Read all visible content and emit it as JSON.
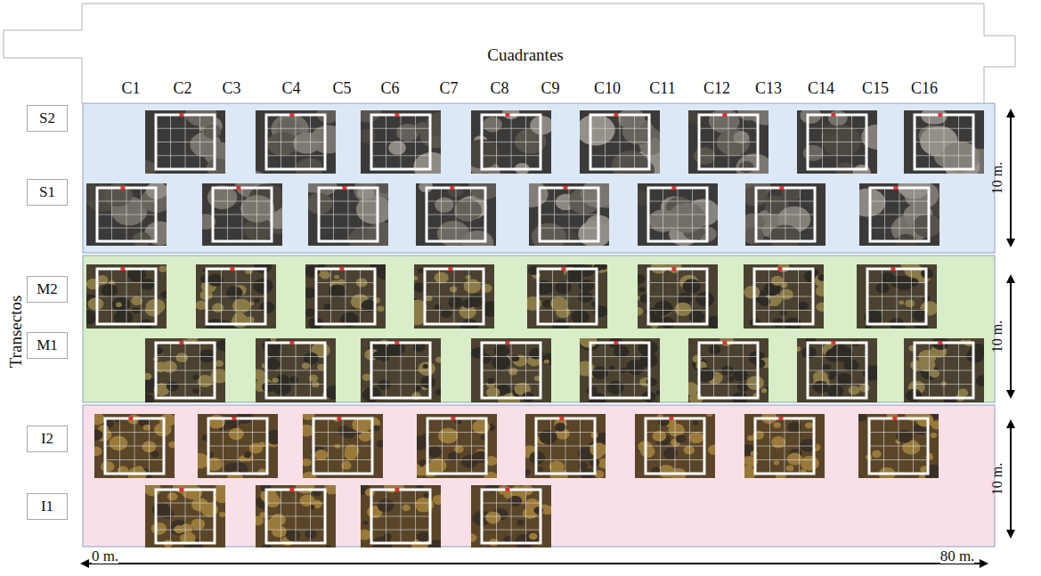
{
  "diagram": {
    "nodes": [
      {
        "text": [
          "Cuadrantes",
          "C1",
          "C2",
          "C3",
          "C4",
          "C5",
          "C6",
          "C7",
          "C8",
          "C9",
          "C10",
          "C11",
          "C12",
          "C13",
          "C14",
          "C15",
          "C16"
        ]
      },
      {
        "text": [
          "S2"
        ]
      },
      {
        "text": [
          "S1"
        ]
      },
      {
        "text": [
          "M2"
        ]
      },
      {
        "text": [
          "M1"
        ]
      },
      {
        "text": [
          "I2"
        ]
      },
      {
        "text": [
          "I1"
        ]
      }
    ],
    "labels": [
      "Transectos",
      "10 m.",
      "10 m.",
      "10 m.",
      "0 m.",
      "80 m."
    ]
  }
}
